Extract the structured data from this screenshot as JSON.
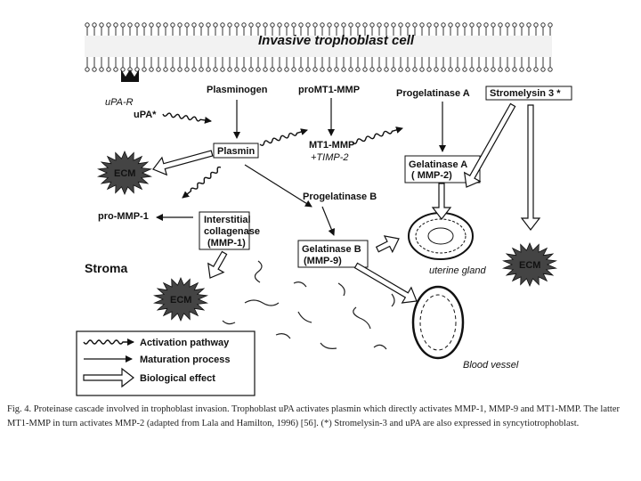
{
  "cell_title": "Invasive trophoblast cell",
  "labels": {
    "upa_r": "uPA-R",
    "upa": "uPA*",
    "plasminogen": "Plasminogen",
    "plasmin": "Plasmin",
    "promt1": "proMT1-MMP",
    "mt1": "MT1-MMP",
    "timp2": "+TIMP-2",
    "progelA": "Progelatinase A",
    "gelA1": "Gelatinase A",
    "gelA2": "( MMP-2)",
    "strom": "Stromelysin 3 *",
    "ecm": "ECM",
    "progelB": "Progelatinase B",
    "promm1": "pro-MMP-1",
    "inter1": "Interstitial",
    "inter2": "collagenase",
    "inter3": "(MMP-1)",
    "gelB1": "Gelatinase B",
    "gelB2": "(MMP-9)",
    "uterine": "uterine gland",
    "blood": "Blood vessel",
    "stroma": "Stroma"
  },
  "legend": {
    "activation": "Activation pathway",
    "maturation": "Maturation process",
    "biological": "Biological effect"
  },
  "caption": "Fig. 4. Proteinase cascade involved in trophoblast invasion. Trophoblast uPA activates plasmin which directly activates MMP-1, MMP-9 and MT1-MMP. The latter MT1-MMP in turn activates MMP-2 (adapted from Lala and Hamilton, 1996) [56]. (*) Stromelysin-3 and uPA are also expressed in syncytiotrophoblast."
}
